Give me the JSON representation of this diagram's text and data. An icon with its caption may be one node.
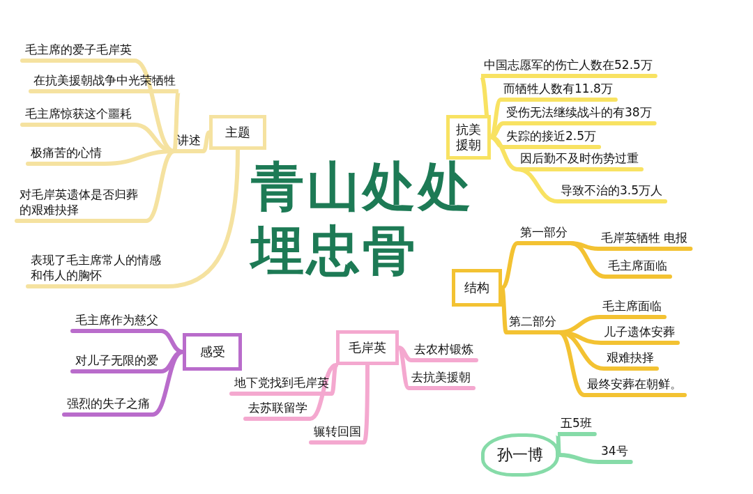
{
  "diagram": {
    "title": "青山处处埋忠骨",
    "nodes": [
      {
        "text": [
          "主题"
        ]
      },
      {
        "text": [
          "讲述"
        ]
      },
      {
        "text": [
          "毛主席的爱子毛岸英"
        ]
      },
      {
        "text": [
          "在抗美援朝战争中光荣牺牲"
        ]
      },
      {
        "text": [
          "毛主席惊获这个噩耗"
        ]
      },
      {
        "text": [
          "极痛苦的心情"
        ]
      },
      {
        "text": [
          "对毛岸英遗体是否归葬的艰难抉择"
        ]
      },
      {
        "text": [
          "表现了毛主席常人的情感和伟人的胸怀"
        ]
      },
      {
        "text": [
          "抗美援朝"
        ]
      },
      {
        "text": [
          "中国志愿军的伤亡人数在52.5万"
        ]
      },
      {
        "text": [
          "而牺牲人数有11.8万"
        ]
      },
      {
        "text": [
          "受伤无法继续战斗的有38万"
        ]
      },
      {
        "text": [
          "失踪的接近2.5万"
        ]
      },
      {
        "text": [
          "因后勤不及时伤势过重"
        ]
      },
      {
        "text": [
          "导致不治的3.5万人"
        ]
      },
      {
        "text": [
          "结构"
        ]
      },
      {
        "text": [
          "第一部分"
        ]
      },
      {
        "text": [
          "毛岸英牺牲 电报"
        ]
      },
      {
        "text": [
          "毛主席面临"
        ]
      },
      {
        "text": [
          "第二部分"
        ]
      },
      {
        "text": [
          "毛主席面临"
        ]
      },
      {
        "text": [
          "儿子遗体安葬"
        ]
      },
      {
        "text": [
          "艰难抉择"
        ]
      },
      {
        "text": [
          "最终安葬在朝鲜。"
        ]
      },
      {
        "text": [
          "感受"
        ]
      },
      {
        "text": [
          "毛主席作为慈父"
        ]
      },
      {
        "text": [
          "对儿子无限的爱"
        ]
      },
      {
        "text": [
          "强烈的失子之痛"
        ]
      },
      {
        "text": [
          "毛岸英"
        ]
      },
      {
        "text": [
          "地下党找到毛岸英"
        ]
      },
      {
        "text": [
          "去苏联留学"
        ]
      },
      {
        "text": [
          "辗转回国"
        ]
      },
      {
        "text": [
          "去农村锻炼"
        ]
      },
      {
        "text": [
          "去抗美援朝"
        ]
      },
      {
        "text": [
          "孙一博"
        ]
      },
      {
        "text": [
          "五5班"
        ]
      },
      {
        "text": [
          "34号"
        ]
      }
    ],
    "edges": [
      {
        "from": 0,
        "to": 1,
        "arrow": "none",
        "color": "#f5e2a0"
      },
      {
        "from": 1,
        "to": 2,
        "arrow": "none",
        "color": "#f5e2a0"
      },
      {
        "from": 1,
        "to": 3,
        "arrow": "none",
        "color": "#f5e2a0"
      },
      {
        "from": 1,
        "to": 4,
        "arrow": "none",
        "color": "#f5e2a0"
      },
      {
        "from": 1,
        "to": 5,
        "arrow": "none",
        "color": "#f5e2a0"
      },
      {
        "from": 1,
        "to": 6,
        "arrow": "none",
        "color": "#f5e2a0"
      },
      {
        "from": 0,
        "to": 7,
        "arrow": "none",
        "color": "#f5e2a0"
      },
      {
        "from": 8,
        "to": 9,
        "arrow": "none",
        "color": "#f8e262"
      },
      {
        "from": 8,
        "to": 10,
        "arrow": "none",
        "color": "#f8e262"
      },
      {
        "from": 8,
        "to": 11,
        "arrow": "none",
        "color": "#f8e262"
      },
      {
        "from": 8,
        "to": 12,
        "arrow": "none",
        "color": "#f8e262"
      },
      {
        "from": 8,
        "to": 13,
        "arrow": "none",
        "color": "#f8e262"
      },
      {
        "from": 13,
        "to": 14,
        "arrow": "none",
        "color": "#f8e262"
      },
      {
        "from": 15,
        "to": 16,
        "arrow": "none"
      },
      {
        "from": 16,
        "to": 17,
        "arrow": "none"
      },
      {
        "from": 16,
        "to": 18,
        "arrow": "none"
      },
      {
        "from": 15,
        "to": 19,
        "arrow": "none"
      },
      {
        "from": 19,
        "to": 20,
        "arrow": "none"
      },
      {
        "from": 19,
        "to": 21,
        "arrow": "none"
      },
      {
        "from": 19,
        "to": 22,
        "arrow": "none"
      },
      {
        "from": 19,
        "to": 23,
        "arrow": "none"
      },
      {
        "from": 24,
        "to": 25,
        "arrow": "none",
        "color": "#b96ccb"
      },
      {
        "from": 24,
        "to": 26,
        "arrow": "none",
        "color": "#b96ccb"
      },
      {
        "from": 24,
        "to": 27,
        "arrow": "none",
        "color": "#b96ccb"
      },
      {
        "from": 28,
        "to": 29,
        "arrow": "none",
        "color": "#f4a8cf"
      },
      {
        "from": 28,
        "to": 30,
        "arrow": "none",
        "color": "#f4a8cf"
      },
      {
        "from": 28,
        "to": 31,
        "arrow": "none",
        "color": "#f4a8cf"
      },
      {
        "from": 28,
        "to": 32,
        "arrow": "none",
        "color": "#f4a8cf"
      },
      {
        "from": 28,
        "to": 33,
        "arrow": "none",
        "color": "#f4a8cf"
      },
      {
        "from": 34,
        "to": 35,
        "arrow": "none",
        "color": "#86dba8"
      },
      {
        "from": 34,
        "to": 36,
        "arrow": "none",
        "color": "#86dba8"
      }
    ]
  }
}
